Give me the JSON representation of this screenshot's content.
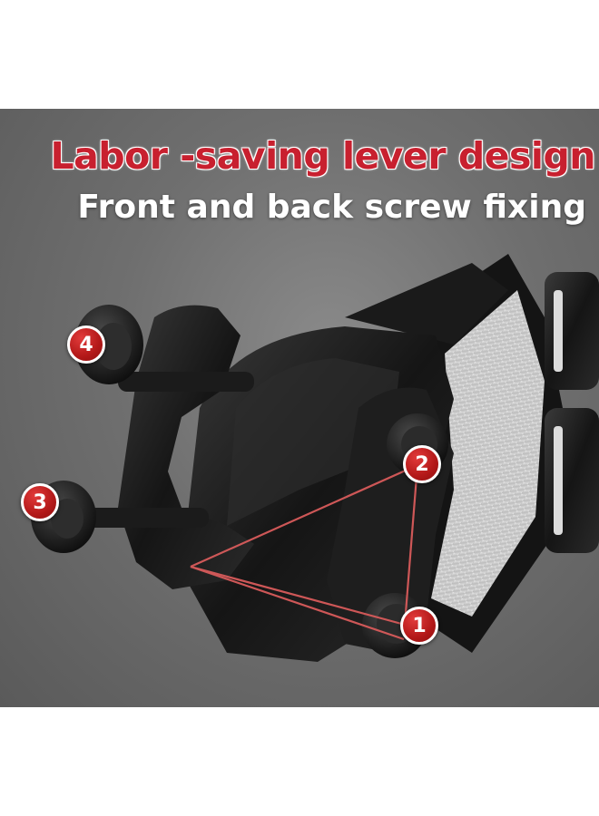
{
  "headline": {
    "title": "Labor -saving lever design",
    "subtitle": "Front and back screw fixing"
  },
  "callouts": [
    {
      "label": "1"
    },
    {
      "label": "2"
    },
    {
      "label": "3"
    },
    {
      "label": "4"
    }
  ],
  "colors": {
    "accent_red": "#c8202f",
    "metal_dark": "#1c1c1c",
    "background_gray": "#6f6f6f"
  }
}
